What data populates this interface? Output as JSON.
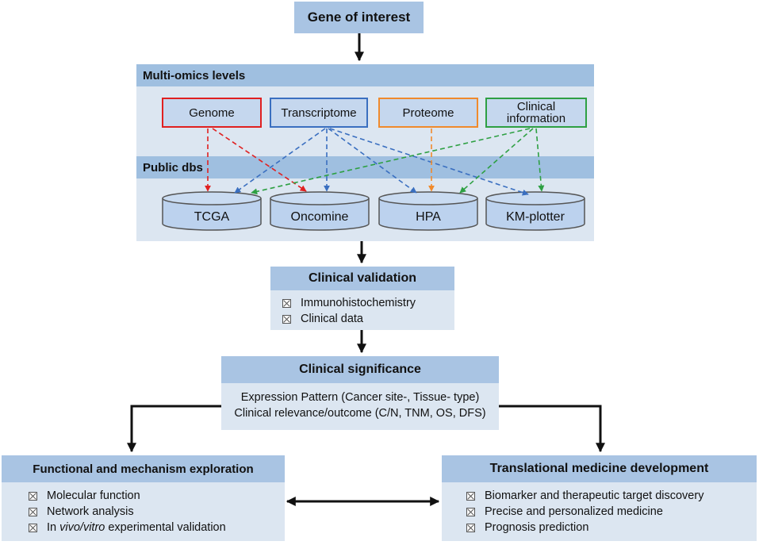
{
  "top": {
    "label": "Gene of interest"
  },
  "multiomics": {
    "title": "Multi-omics levels",
    "items": [
      "Genome",
      "Transcriptome",
      "Proteome",
      "Clinical information"
    ]
  },
  "dbs": {
    "title": "Public dbs",
    "items": [
      "TCGA",
      "Oncomine",
      "HPA",
      "KM-plotter"
    ]
  },
  "validation": {
    "title": "Clinical validation",
    "items": [
      "Immunohistochemistry",
      "Clinical data"
    ]
  },
  "significance": {
    "title": "Clinical significance",
    "lines": [
      "Expression Pattern (Cancer site-, Tissue- type)",
      "Clinical relevance/outcome (C/N, TNM, OS, DFS)"
    ]
  },
  "functional": {
    "title": "Functional and mechanism exploration",
    "items": [
      "Molecular function",
      "Network analysis"
    ],
    "item3": {
      "prefix": "In ",
      "italic": "vivo/vitro",
      "suffix": " experimental validation"
    }
  },
  "translational": {
    "title": "Translational medicine development",
    "items": [
      "Biomarker and therapeutic target discovery",
      "Precise and personalized medicine",
      "Prognosis prediction"
    ]
  },
  "colors": {
    "genome": "#e02020",
    "transcriptome": "#3a6fc0",
    "proteome": "#f08a2c",
    "clinical": "#2ea043",
    "arrow": "#111111"
  }
}
